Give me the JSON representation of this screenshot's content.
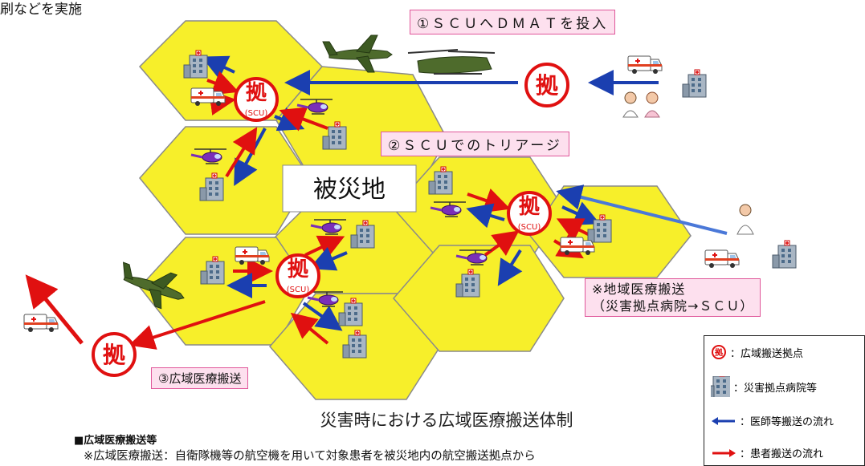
{
  "top_left_fragment": "刷などを実施",
  "callouts": {
    "dmat": "①ＳＣＵへＤＭＡＴを投入",
    "triage": "②ＳＣＵでのトリアージ",
    "wide_transport": "③広域医療搬送",
    "regional_line1": "※地域医療搬送",
    "regional_line2": "（災害拠点病院→ＳＣＵ）"
  },
  "disaster_area_label": "被災地",
  "base_symbol": "拠",
  "scu_tag": "(SCU)",
  "diagram_title": "災害時における広域医療搬送体制",
  "notes": {
    "heading": "■広域医療搬送等",
    "line1": "※広域医療搬送：自衛隊機等の航空機を用いて対象患者を被災地内の航空搬送拠点から"
  },
  "legend": {
    "base": "：広域搬送拠点",
    "hospital": "：災害拠点病院等",
    "doctor_flow": "：医師等搬送の流れ",
    "patient_flow": "：患者搬送の流れ"
  },
  "colors": {
    "hex_fill": "#f7ef2a",
    "hex_stroke": "#808080",
    "base_red": "#e01010",
    "doctor_arrow": "#1b3fb0",
    "patient_arrow": "#e01010",
    "callout_fill": "#fde0ee",
    "callout_border": "#e0579a"
  },
  "icons": [
    "hospital-icon",
    "helicopter-icon",
    "plane-icon",
    "ambulance-icon",
    "doctor-icon",
    "nurse-icon"
  ]
}
